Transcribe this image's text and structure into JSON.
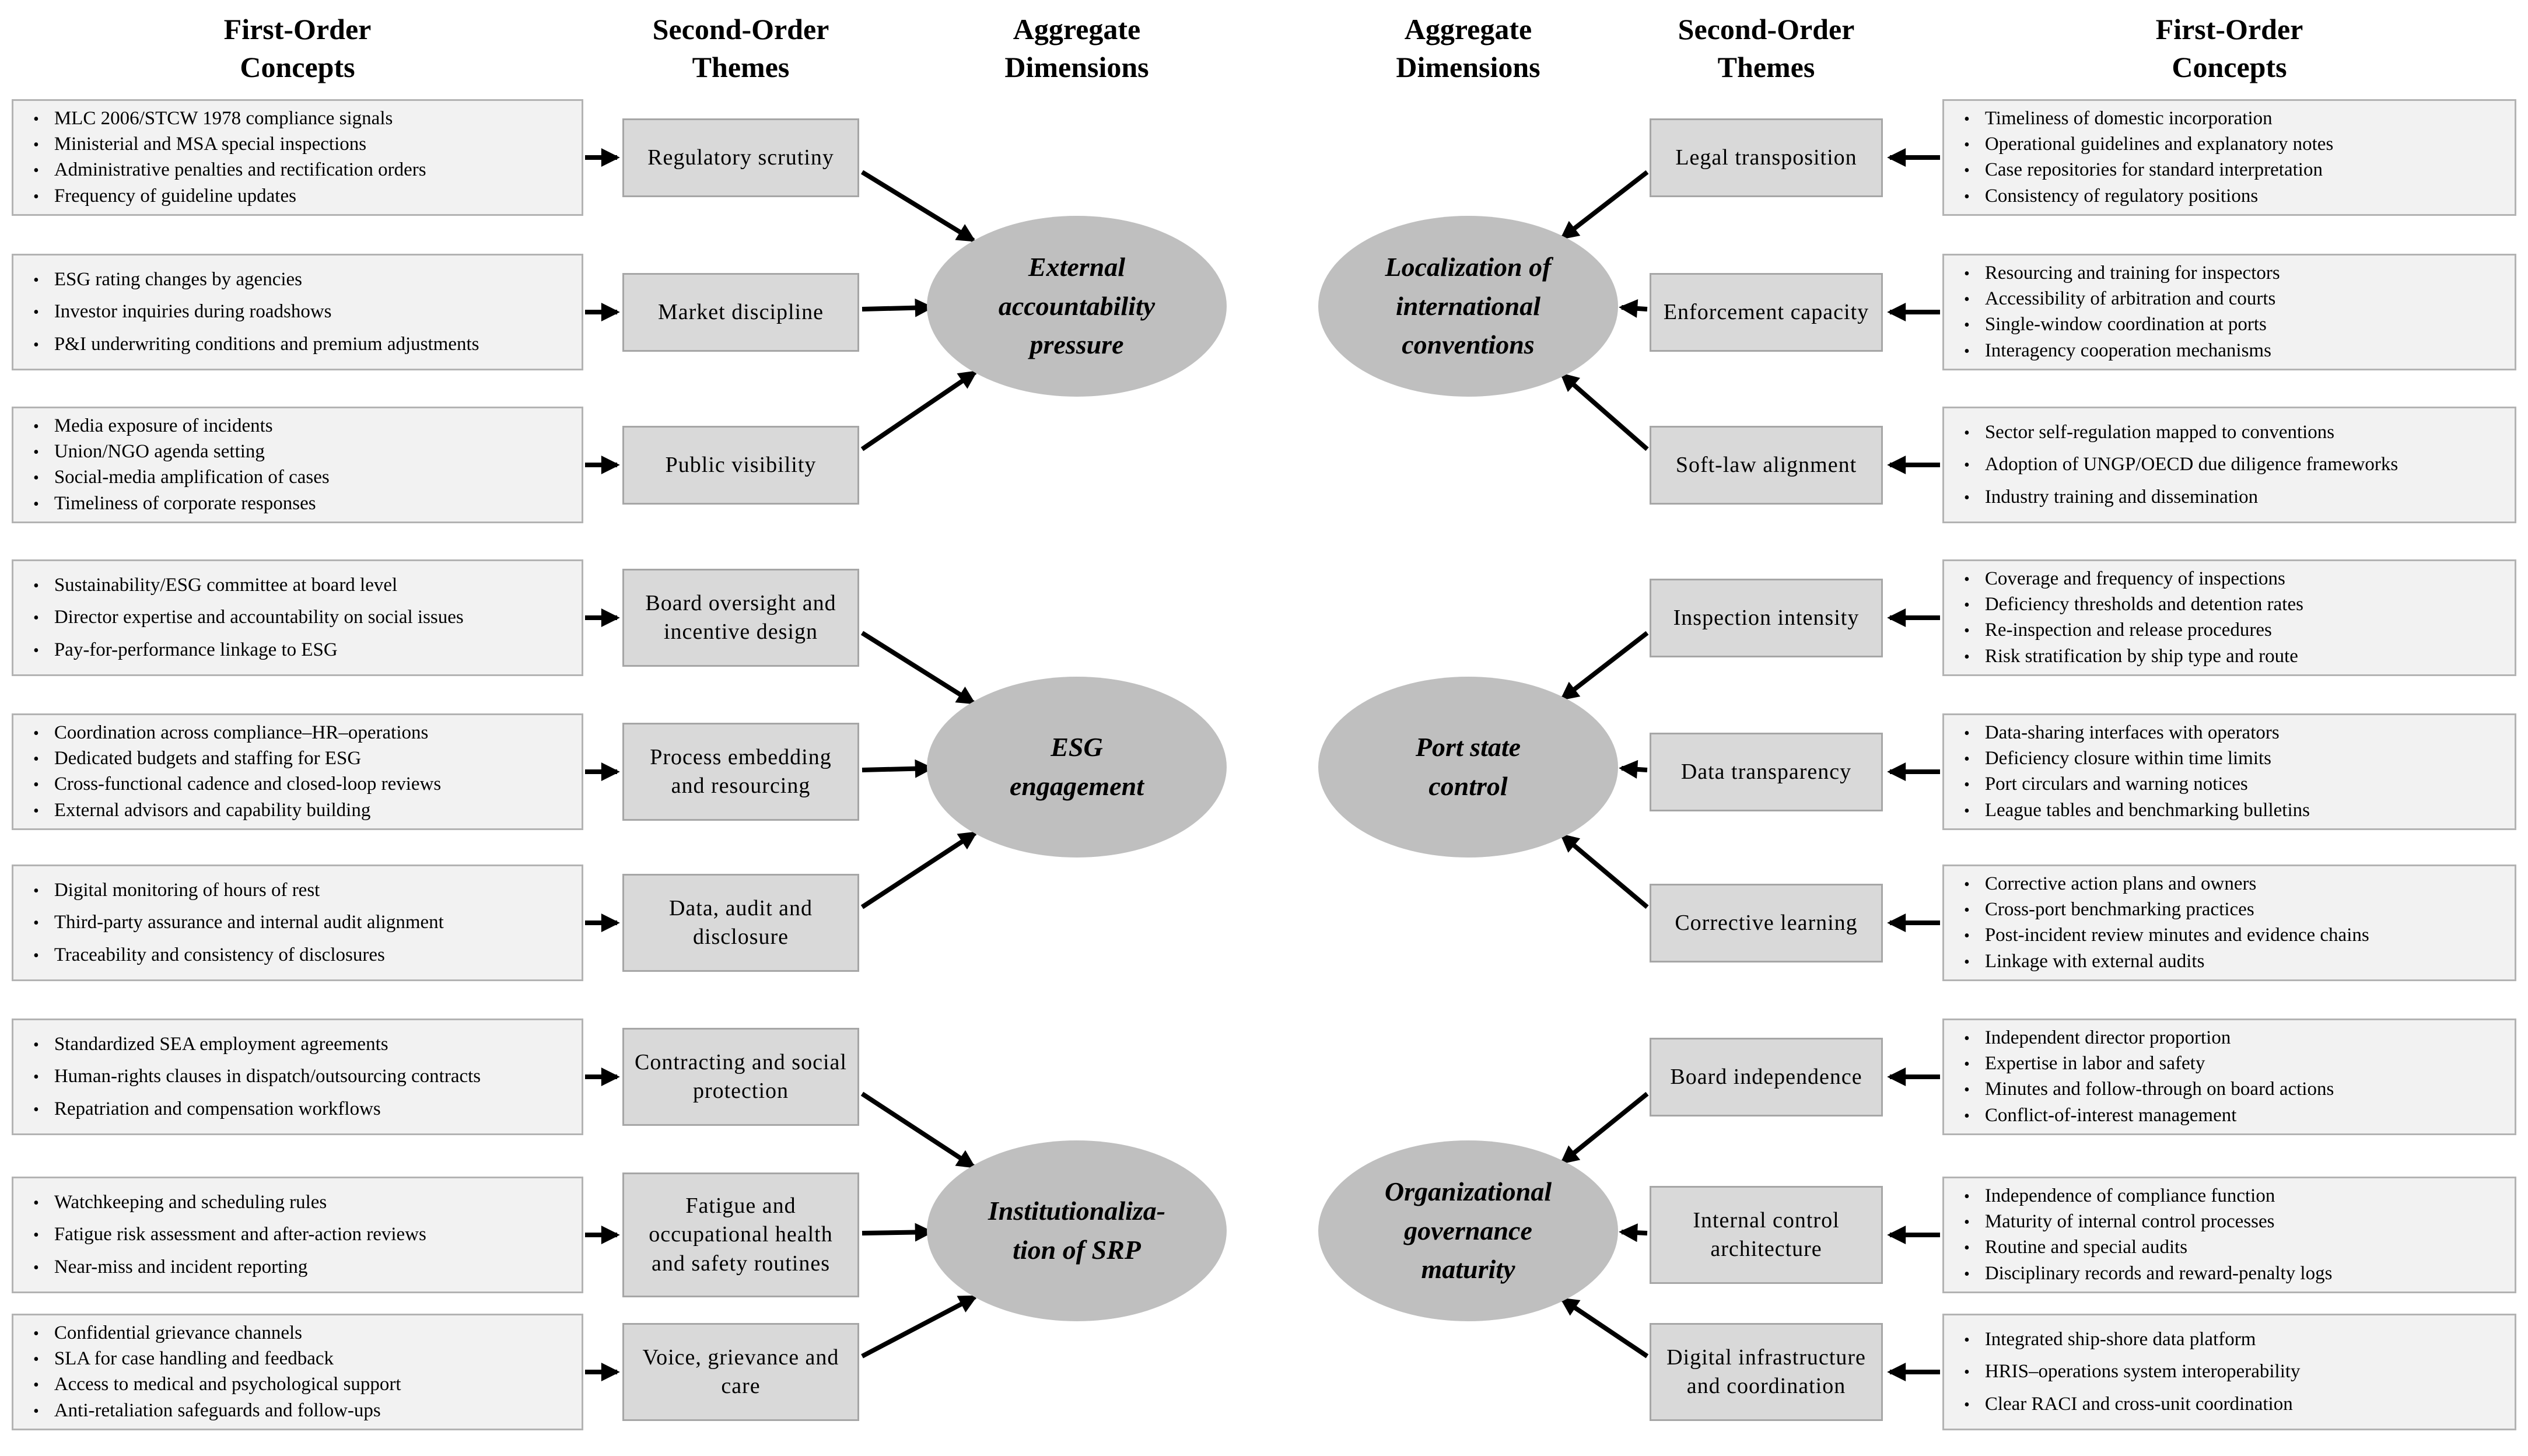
{
  "headers": {
    "first_order_left": "First-Order\nConcepts",
    "second_order_left": "Second-Order\nThemes",
    "aggregate_left": "Aggregate\nDimensions",
    "aggregate_right": "Aggregate\nDimensions",
    "second_order_right": "Second-Order\nThemes",
    "first_order_right": "First-Order\nConcepts"
  },
  "left": {
    "groups": [
      {
        "dimension": "External\naccountability\npressure",
        "themes": [
          {
            "label": "Regulatory scrutiny",
            "concepts": [
              "MLC 2006/STCW 1978 compliance signals",
              "Ministerial and MSA special inspections",
              "Administrative penalties and rectification orders",
              "Frequency of guideline updates"
            ]
          },
          {
            "label": "Market discipline",
            "concepts": [
              "ESG rating changes by agencies",
              "Investor inquiries during roadshows",
              "P&I underwriting conditions and premium adjustments"
            ]
          },
          {
            "label": "Public visibility",
            "concepts": [
              "Media exposure of incidents",
              "Union/NGO agenda setting",
              "Social-media amplification of cases",
              "Timeliness of corporate responses"
            ]
          }
        ]
      },
      {
        "dimension": "ESG\nengagement",
        "themes": [
          {
            "label": "Board oversight and incentive design",
            "concepts": [
              "Sustainability/ESG committee at board level",
              "Director expertise and accountability on social issues",
              "Pay-for-performance linkage to ESG"
            ]
          },
          {
            "label": "Process embedding and resourcing",
            "concepts": [
              "Coordination across compliance–HR–operations",
              "Dedicated budgets and staffing for ESG",
              "Cross-functional cadence and closed-loop reviews",
              "External advisors and capability building"
            ]
          },
          {
            "label": "Data, audit and disclosure",
            "concepts": [
              "Digital monitoring of hours of rest",
              "Third-party assurance and internal audit alignment",
              "Traceability and consistency of disclosures"
            ]
          }
        ]
      },
      {
        "dimension": "Institutionaliza-\ntion of SRP",
        "themes": [
          {
            "label": "Contracting and social protection",
            "concepts": [
              "Standardized SEA employment agreements",
              "Human-rights clauses in dispatch/outsourcing contracts",
              "Repatriation and compensation workflows"
            ]
          },
          {
            "label": "Fatigue and occupational health and safety routines",
            "concepts": [
              "Watchkeeping and scheduling rules",
              "Fatigue risk assessment and after-action reviews",
              "Near-miss and incident reporting"
            ]
          },
          {
            "label": "Voice, grievance and care",
            "concepts": [
              "Confidential grievance channels",
              "SLA for case handling and feedback",
              "Access to medical and psychological support",
              "Anti-retaliation safeguards and follow-ups"
            ]
          }
        ]
      }
    ]
  },
  "right": {
    "groups": [
      {
        "dimension": "Localization of\ninternational\nconventions",
        "themes": [
          {
            "label": "Legal transposition",
            "concepts": [
              "Timeliness of domestic incorporation",
              "Operational guidelines and explanatory notes",
              "Case repositories for standard interpretation",
              "Consistency of regulatory positions"
            ]
          },
          {
            "label": "Enforcement capacity",
            "concepts": [
              "Resourcing and training for inspectors",
              "Accessibility of arbitration and courts",
              "Single-window coordination at ports",
              "Interagency cooperation mechanisms"
            ]
          },
          {
            "label": "Soft-law alignment",
            "concepts": [
              "Sector self-regulation mapped to conventions",
              "Adoption of UNGP/OECD due diligence frameworks",
              "Industry training and dissemination"
            ]
          }
        ]
      },
      {
        "dimension": "Port state\ncontrol",
        "themes": [
          {
            "label": "Inspection intensity",
            "concepts": [
              "Coverage and frequency of inspections",
              "Deficiency thresholds and detention rates",
              "Re-inspection and release procedures",
              "Risk stratification by ship type and route"
            ]
          },
          {
            "label": "Data transparency",
            "concepts": [
              "Data-sharing interfaces with operators",
              "Deficiency closure within time limits",
              "Port circulars and warning notices",
              "League tables and benchmarking bulletins"
            ]
          },
          {
            "label": "Corrective learning",
            "concepts": [
              "Corrective action plans and owners",
              "Cross-port benchmarking practices",
              "Post-incident review minutes and evidence chains",
              "Linkage with external audits"
            ]
          }
        ]
      },
      {
        "dimension": "Organizational\ngovernance\nmaturity",
        "themes": [
          {
            "label": "Board independence",
            "concepts": [
              "Independent director proportion",
              "Expertise in labor and safety",
              "Minutes and follow-through on board actions",
              "Conflict-of-interest management"
            ]
          },
          {
            "label": "Internal control architecture",
            "concepts": [
              "Independence of compliance function",
              "Maturity of internal control processes",
              "Routine and special audits",
              "Disciplinary records and reward-penalty logs"
            ]
          },
          {
            "label": "Digital infrastructure and coordination",
            "concepts": [
              "Integrated ship-shore data platform",
              "HRIS–operations system interoperability",
              "Clear RACI and cross-unit coordination"
            ]
          }
        ]
      }
    ]
  },
  "colors": {
    "concept_box_fill": "#f2f2f2",
    "concept_box_border": "#b3b3b3",
    "theme_box_fill": "#d9d9d9",
    "theme_box_border": "#a6a6a6",
    "ellipse_fill": "#bfbfbf",
    "arrow": "#000000"
  }
}
